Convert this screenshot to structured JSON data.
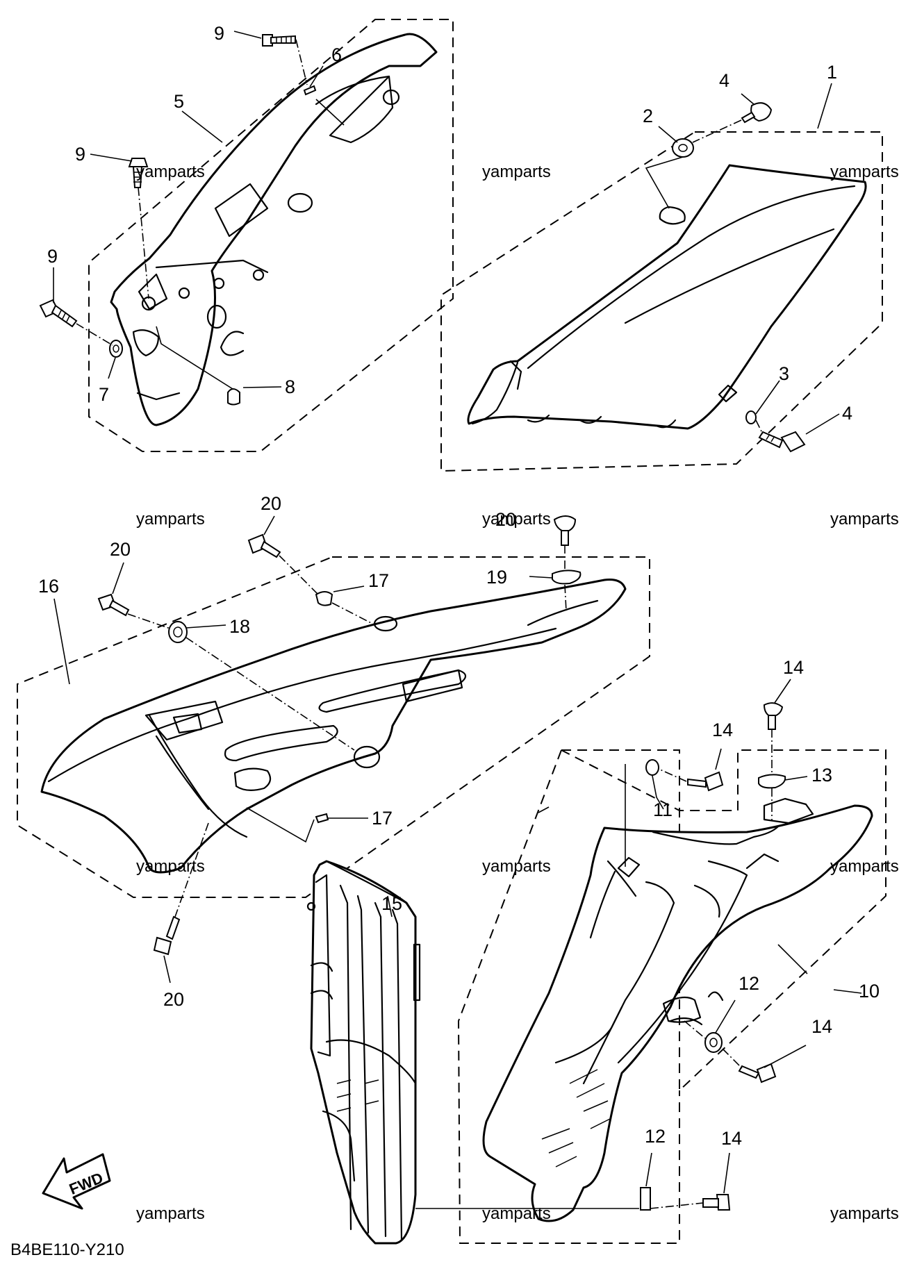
{
  "diagram_code": "B4BE110-Y210",
  "fwd_label": "FWD",
  "watermark": "yamparts",
  "callouts": {
    "p1": "1",
    "p2": "2",
    "p3": "3",
    "p4a": "4",
    "p4b": "4",
    "p5": "5",
    "p6": "6",
    "p7": "7",
    "p8": "8",
    "p9a": "9",
    "p9b": "9",
    "p9c": "9",
    "p10": "10",
    "p11": "11",
    "p12a": "12",
    "p12b": "12",
    "p13": "13",
    "p14a": "14",
    "p14b": "14",
    "p14c": "14",
    "p14d": "14",
    "p15": "15",
    "p16": "16",
    "p17a": "17",
    "p17b": "17",
    "p18": "18",
    "p19": "19",
    "p20a": "20",
    "p20b": "20",
    "p20c": "20",
    "p20d": "20"
  },
  "icons": [
    "fwd-arrow-icon",
    "bolt-icon",
    "washer-icon",
    "grommet-icon"
  ]
}
